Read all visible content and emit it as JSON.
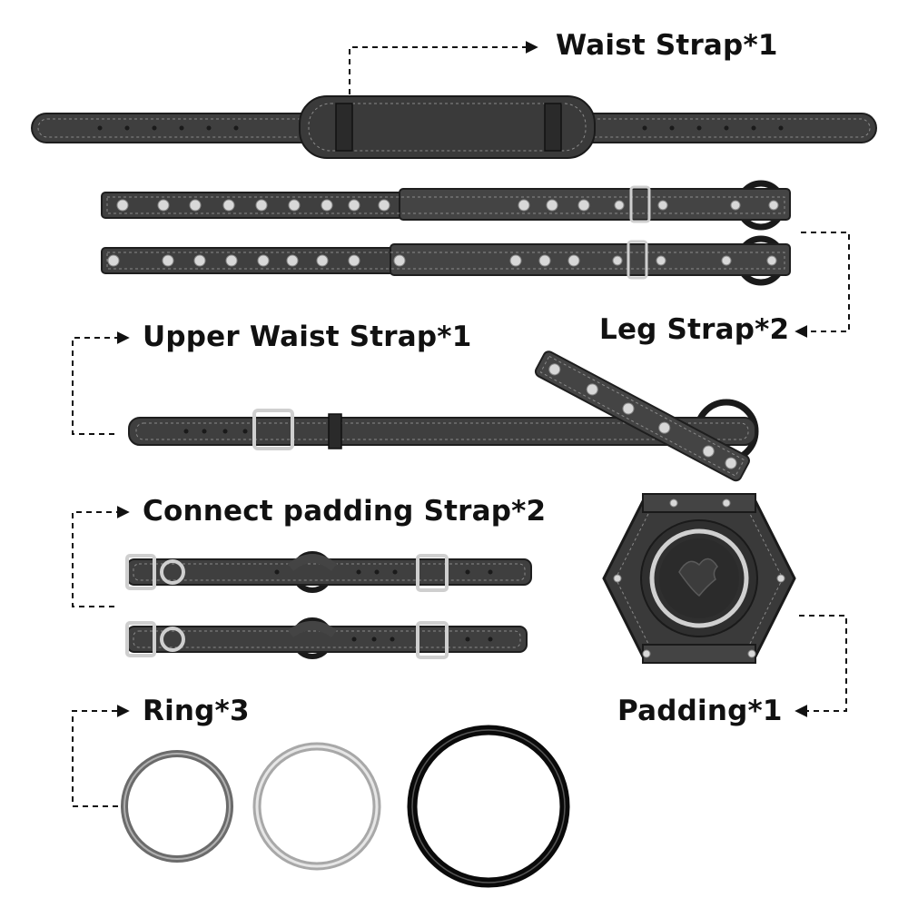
{
  "labels": {
    "waist_strap": "Waist Strap*1",
    "leg_strap": "Leg Strap*2",
    "upper_waist_strap": "Upper Waist Strap*1",
    "connect_padding_strap": "Connect padding Strap*2",
    "padding": "Padding*1",
    "ring": "Ring*3"
  },
  "colors": {
    "leather": "#3f3f3f",
    "leather_edge": "#1e1e1e",
    "stitch": "#8a8a8a",
    "metal": "#c9c9c9",
    "black_ring": "#0a0a0a",
    "gunmetal_ring": "#6b6b6b"
  }
}
